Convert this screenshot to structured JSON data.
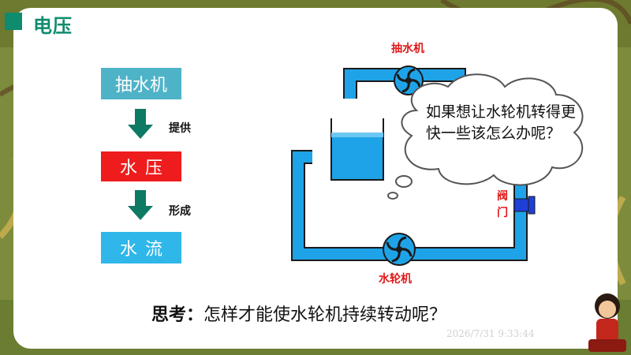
{
  "title": "电压",
  "flow": {
    "box1": "抽水机",
    "label1": "提供",
    "box2": "水压",
    "label2": "形成",
    "box3": "水流"
  },
  "diagram": {
    "pump_label": "抽水机",
    "turbine_label": "水轮机",
    "valve_label_line1": "阀",
    "valve_label_line2": "门",
    "cloud_text": "如果想让水轮机转得更快一些该怎么办呢？"
  },
  "question": {
    "prefix": "思考：",
    "text": "怎样才能使水轮机持续转动呢？"
  },
  "timestamp": "2026/7/31 9:33:44",
  "colors": {
    "accent": "#0f8b6e",
    "pipe": "#1fa3e8",
    "arrow": "#0e7a63",
    "pressure_box": "#ee1c1c"
  }
}
